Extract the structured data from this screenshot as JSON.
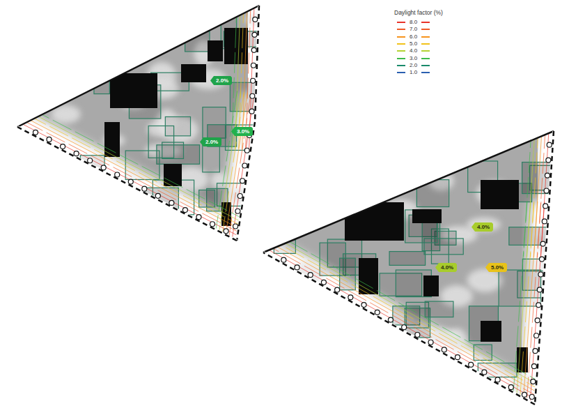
{
  "diagram": {
    "nodes": [
      {
        "text": [
          "2.0%"
        ]
      },
      {
        "text": [
          "3.0%"
        ]
      },
      {
        "text": [
          "2.0%"
        ]
      },
      {
        "text": [
          "4.0%"
        ]
      },
      {
        "text": [
          "4.0%"
        ]
      },
      {
        "text": [
          "5.0%"
        ]
      }
    ],
    "labels": [
      "Daylight factor (%)"
    ],
    "legend": [
      {
        "text": "8.0",
        "color": "#e8332a"
      },
      {
        "text": "7.0",
        "color": "#f05a28"
      },
      {
        "text": "6.0",
        "color": "#f7941d"
      },
      {
        "text": "5.0",
        "color": "#f2c21b"
      },
      {
        "text": "4.0",
        "color": "#b5d334"
      },
      {
        "text": "3.0",
        "color": "#3dbb4a"
      },
      {
        "text": "2.0",
        "color": "#1a8a6a"
      },
      {
        "text": "1.0",
        "color": "#2a5fb0"
      }
    ]
  }
}
